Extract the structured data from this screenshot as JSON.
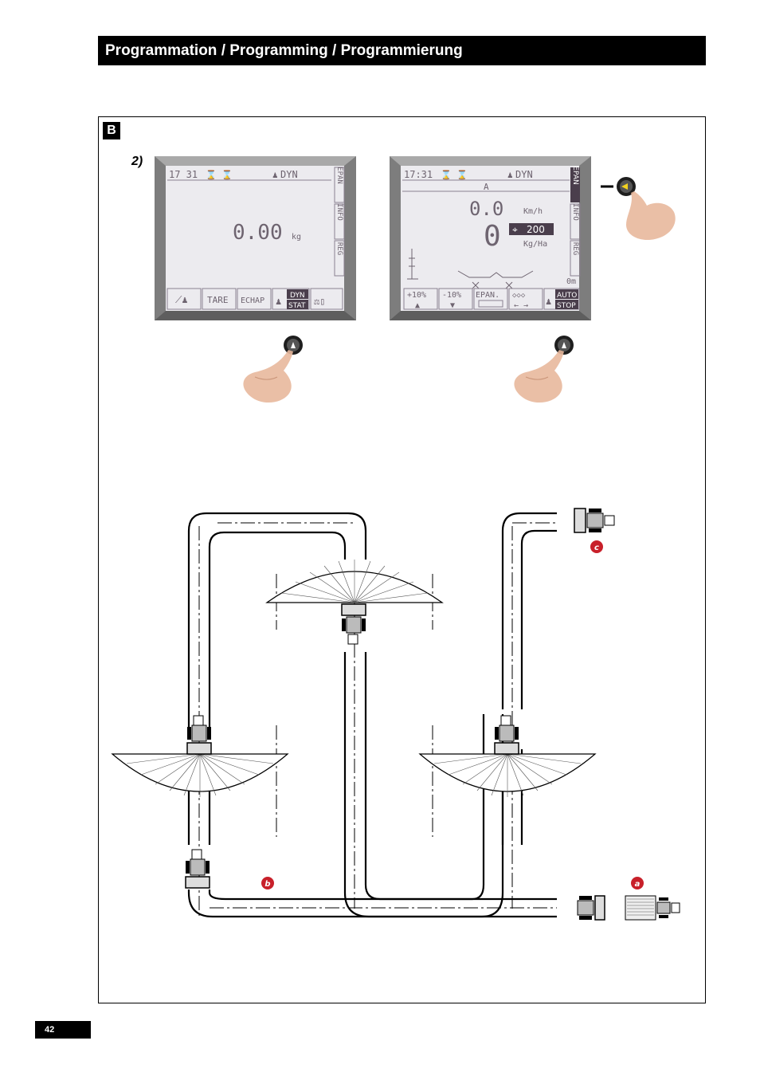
{
  "header": {
    "title": "Programmation / Programming / Programmierung"
  },
  "section": {
    "badge": "B",
    "step": "2)"
  },
  "screen1": {
    "time": "17 31",
    "mode": "DYN",
    "weight": "0.00",
    "weight_unit": "kg",
    "side_tabs": [
      "EPAN",
      "INFO",
      "REG"
    ],
    "buttons": [
      "TARE",
      "ECHAP",
      "DYN",
      "STAT"
    ]
  },
  "screen2": {
    "time": "17:31",
    "mode": "DYN",
    "row_label": "A",
    "speed": "0.0",
    "speed_unit": "Km/h",
    "rate": "0",
    "target": "200",
    "rate_unit": "Kg/Ha",
    "distance": "0m",
    "side_tabs": [
      "EPAN",
      "INFO",
      "REG"
    ],
    "buttons": [
      "+10%",
      "-10%",
      "EPAN.",
      "AUTO",
      "STOP"
    ]
  },
  "markers": {
    "a": "a",
    "b": "b",
    "c": "c"
  },
  "footer": {
    "page_number": "42"
  }
}
